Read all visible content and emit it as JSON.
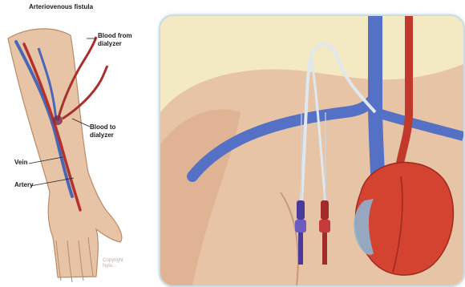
{
  "left_panel": {
    "title": "Arteriovenous fistula",
    "labels": {
      "blood_from": "Blood from\ndialyzer",
      "blood_to": "Blood to\ndialyzer",
      "vein": "Vein",
      "artery": "Artery"
    },
    "watermark": "Copyright\nNyla..."
  },
  "colors": {
    "skin": "#e8c4a6",
    "skin_shadow": "#c99a7a",
    "vein": "#4a66b6",
    "artery": "#b4322a",
    "heart": "#d4432f",
    "panel_bg": "#f3e9c2",
    "panel_border": "#c9dbe7"
  }
}
